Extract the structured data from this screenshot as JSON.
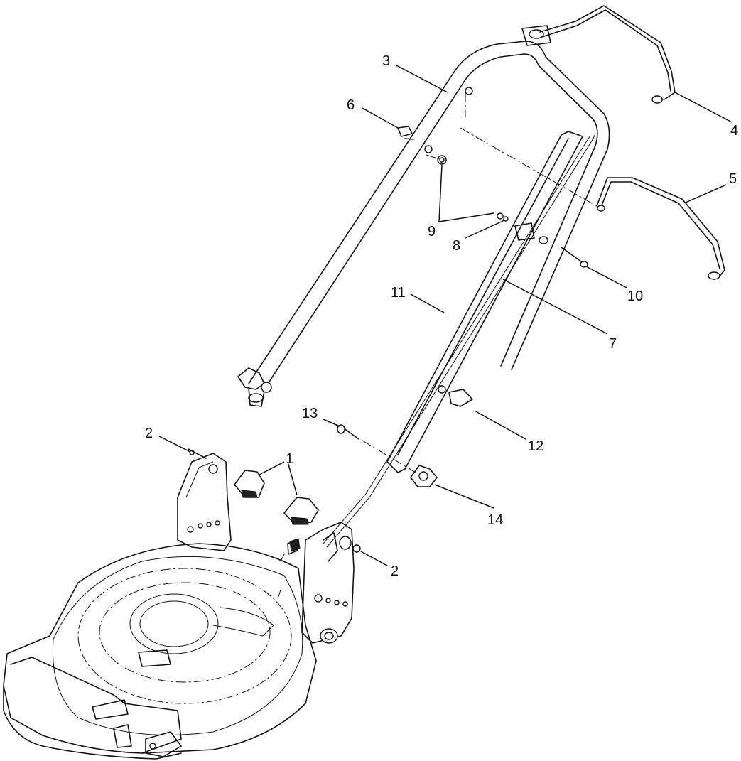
{
  "diagram": {
    "callouts": [
      {
        "id": "c3",
        "label": "3"
      },
      {
        "id": "c4",
        "label": "4"
      },
      {
        "id": "c6",
        "label": "6"
      },
      {
        "id": "c5",
        "label": "5"
      },
      {
        "id": "c9",
        "label": "9"
      },
      {
        "id": "c8",
        "label": "8"
      },
      {
        "id": "c10",
        "label": "10"
      },
      {
        "id": "c11",
        "label": "11"
      },
      {
        "id": "c7",
        "label": "7"
      },
      {
        "id": "c13",
        "label": "13"
      },
      {
        "id": "c12",
        "label": "12"
      },
      {
        "id": "c2a",
        "label": "2"
      },
      {
        "id": "c1",
        "label": "1"
      },
      {
        "id": "c14",
        "label": "14"
      },
      {
        "id": "c2b",
        "label": "2"
      }
    ]
  }
}
